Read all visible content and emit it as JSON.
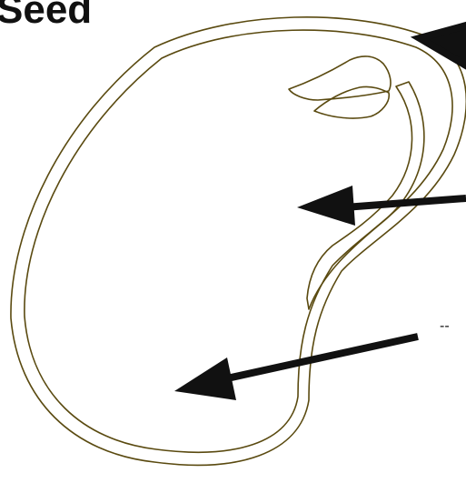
{
  "title": "Seed",
  "labels": {
    "bottom_blank": "--"
  },
  "parts": [
    {
      "icon": "seed-coat-outline"
    },
    {
      "icon": "embryo-plumule"
    },
    {
      "icon": "embryo-radicle"
    },
    {
      "icon": "cotyledon"
    }
  ],
  "colors": {
    "outline": "#5a4a10",
    "arrow": "#111111"
  }
}
